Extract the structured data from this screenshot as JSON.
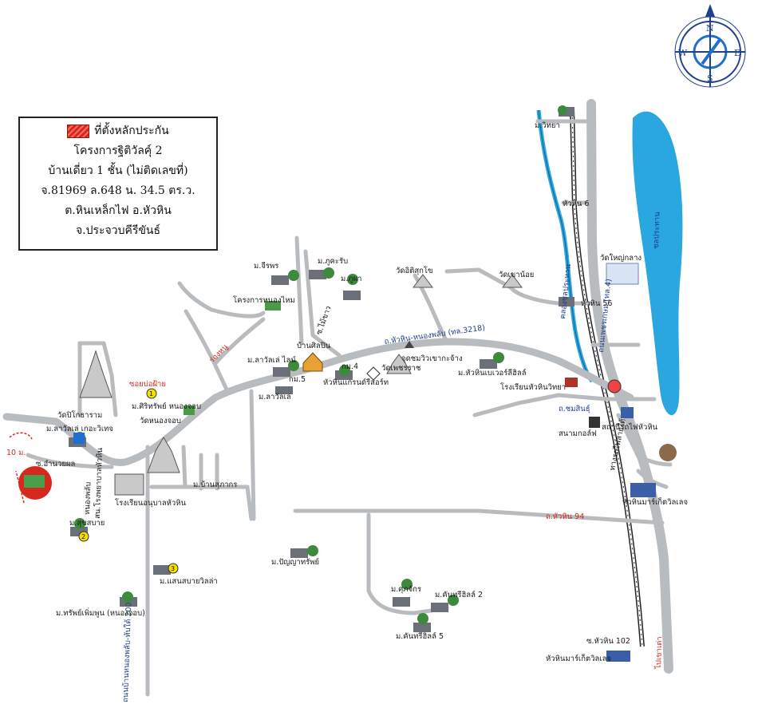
{
  "legend": {
    "key_label": "ที่ตั้งหลักประกัน",
    "lines": [
      "โครงการฐิติวัลคุ์ 2",
      "บ้านเดี่ยว 1 ชั้น (ไม่ติดเลขที่)",
      "จ.81969 ล.648 น. 34.5 ตร.ว.",
      "ต.หินเหล็กไฟ อ.หัวหิน",
      "จ.ประจวบคีรีขันธ์"
    ],
    "key_color": "#d7281f"
  },
  "compass": {
    "n": "N",
    "s": "S",
    "e": "E",
    "w": "W"
  },
  "colors": {
    "water": "#2aa6e0",
    "road": "#b9bcbf",
    "red_text": "#d7281f",
    "blue_text": "#1f3f8f"
  },
  "labels": {
    "nong_khao_road": "ถ.หัวหิน-หนองพลับ (ทล.3218)",
    "petchkasem": "ถนนเพชรเกษม (ทล.4)",
    "railway": "ทางรถไฟสายใต้",
    "canal": "คลองชลประทาน",
    "dam": "ชลประทาน",
    "khao_tao": "ไปเขาเต่า",
    "hua_hin_94": "ถ.หัวหิน 94",
    "chomsin": "ถ.ชมสินธุ์",
    "soi_102": "ซ.หัวหิน 102",
    "soi_amnuayphon": "ซ.อำนวยผล",
    "nong_phai_road": "ถนนบ้านหนองพลับ-ทับใต้ 200",
    "nong_khao_soi": "ซอยบ่อฝ้าย",
    "soi_mai_kao": "ซ.ไม้ขาว",
    "nong_plap": "หนองพลับ",
    "rong_nu": "ร่องหนู",
    "ten_m": "10 ม.",
    "km5": "กม.5",
    "km4": "กม.4",
    "m_witthaya": "ม.วิทยา",
    "hua_hin6": "หัวหิน 6",
    "hua_hin56": "หัวหิน 56",
    "m_chiraphon": "ม.จีรพร",
    "m_phuktsa": "ม.ภูคะรับ",
    "m_phuka": "ม.ภูผา",
    "khrongkan_nong": "โครงการหนองไหม",
    "wat_ittisukko": "วัดอิติสุกโข",
    "wat_khao_noi": "วัดเขาน้อย",
    "wat_klang": "วัดใหญ่กลาง",
    "ban_silapin": "บ้านศิลปิน",
    "m_lakale_ylai": "ม.ลาวัลเล่ ไลน์",
    "m_lakale": "ม.ลาวัลเล่",
    "huahin_resort": "หัวหินแกรนด์รีสอร์ท",
    "petch_ratch": "จุดชมวิวเขากะจ้าง",
    "wat_phet": "วัดเพชรราช",
    "m_huahin_resort": "ม.หัวหินเบเวอร์ลีฮิลล์",
    "school_hh": "โรงเรียนหัวหินวิทยา",
    "golf": "สนามกอล์ฟ",
    "station": "สถานีรถไฟหัวหิน",
    "huahin_market_village": "หัวหินมาร์เก็ตวิลเลจ",
    "wat_nong_kae": "วัดปิโกธาราม",
    "m_lakale_grand": "ม.ลาวัลเล่ เกอะวิเทจ",
    "m_siripat": "ม.ศิริทรัพย์ หนองจอบ",
    "wat_nong_chop": "วัดหนองจอบ",
    "school_nong": "โรงเรียนอนุบาลหัวหิน",
    "m_ban_kaew": "ม.บ้านสุภากร",
    "m_sukhsabai": "ม.สุขสบาย",
    "phlabphla": "สน.โรงพยาบาลหัวหิน",
    "m_ponsap": "ม.ปัญญาทรัพย์",
    "m_saensabai": "ม.แสนสบายวิลล่า",
    "m_sap_phoemphun": "ม.ทรัพย์เพิ่มพูน (หนองจอบ)",
    "m_mbjaroen": "ม.ศุภจักร",
    "m_khunasri2": "ม.คันทรีฮิลล์ 2",
    "m_khunasri5": "ม.คันทรีฮิลล์ 5",
    "huahin_market": "หัวหินมาร์เก็ตวิลเลจ",
    "b1": "1",
    "b2": "2",
    "b3": "3"
  }
}
